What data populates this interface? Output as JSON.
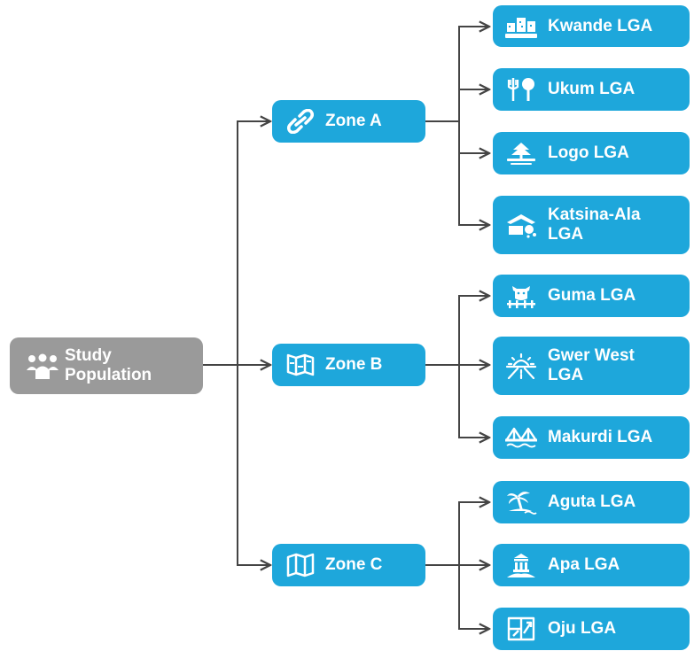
{
  "colors": {
    "root_fill": "#9a9a9a",
    "node_fill": "#1ea7db",
    "connector": "#444444",
    "text": "#ffffff"
  },
  "root": {
    "label": "Study Population",
    "icon": "people-group-icon"
  },
  "zones": [
    {
      "label": "Zone A",
      "icon": "link-icon"
    },
    {
      "label": "Zone B",
      "icon": "map-folded-icon"
    },
    {
      "label": "Zone C",
      "icon": "map-open-icon"
    }
  ],
  "lgas": [
    {
      "label": "Kwande LGA",
      "zone": "Zone A",
      "icon": "town-icon"
    },
    {
      "label": "Ukum LGA",
      "zone": "Zone A",
      "icon": "plant-tree-icon"
    },
    {
      "label": "Logo LGA",
      "zone": "Zone A",
      "icon": "landscape-tree-icon"
    },
    {
      "label": "Katsina-Ala LGA",
      "zone": "Zone A",
      "icon": "field-hand-icon"
    },
    {
      "label": "Guma LGA",
      "zone": "Zone B",
      "icon": "cow-fence-icon"
    },
    {
      "label": "Gwer West LGA",
      "zone": "Zone B",
      "icon": "sunrise-road-icon"
    },
    {
      "label": "Makurdi LGA",
      "zone": "Zone B",
      "icon": "bridge-icon"
    },
    {
      "label": "Aguta LGA",
      "zone": "Zone C",
      "icon": "palm-island-icon"
    },
    {
      "label": "Apa LGA",
      "zone": "Zone C",
      "icon": "monument-icon"
    },
    {
      "label": "Oju LGA",
      "zone": "Zone C",
      "icon": "window-arrow-icon"
    }
  ]
}
